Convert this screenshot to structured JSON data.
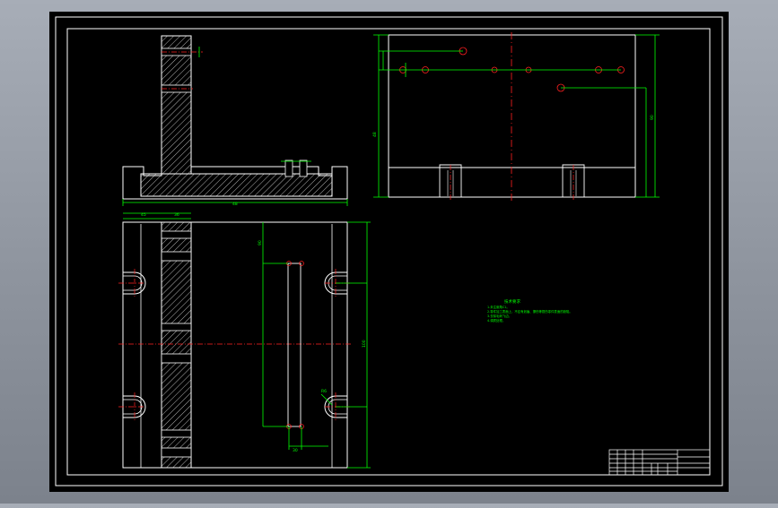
{
  "colors": {
    "background": "#000000",
    "frame": "#ffffff",
    "geometry": "#ffffff",
    "dimension": "#00ff00",
    "centerline": "#ff2020",
    "hatch": "#ffffff",
    "outer_bg": "#9aa0aa"
  },
  "notes": {
    "title": "技术要求",
    "lines": [
      "1.未注倒角C1。",
      "2.零件加工表面上，不应有划痕、擦伤等损伤零件表面的缺陷。",
      "3.去除毛刺飞边。",
      "4.调质处理。"
    ]
  },
  "dimensions": {
    "top_view_width": "48",
    "plan_offset": "45",
    "plan_spacing": "36",
    "right_view_height": "48",
    "right_view_depth": "90",
    "plan_width": "90",
    "plan_height": "100",
    "slot_radius": "R6",
    "bottom_pitch": "30"
  },
  "title_block": {
    "part_name": "",
    "drawing_no": ""
  }
}
